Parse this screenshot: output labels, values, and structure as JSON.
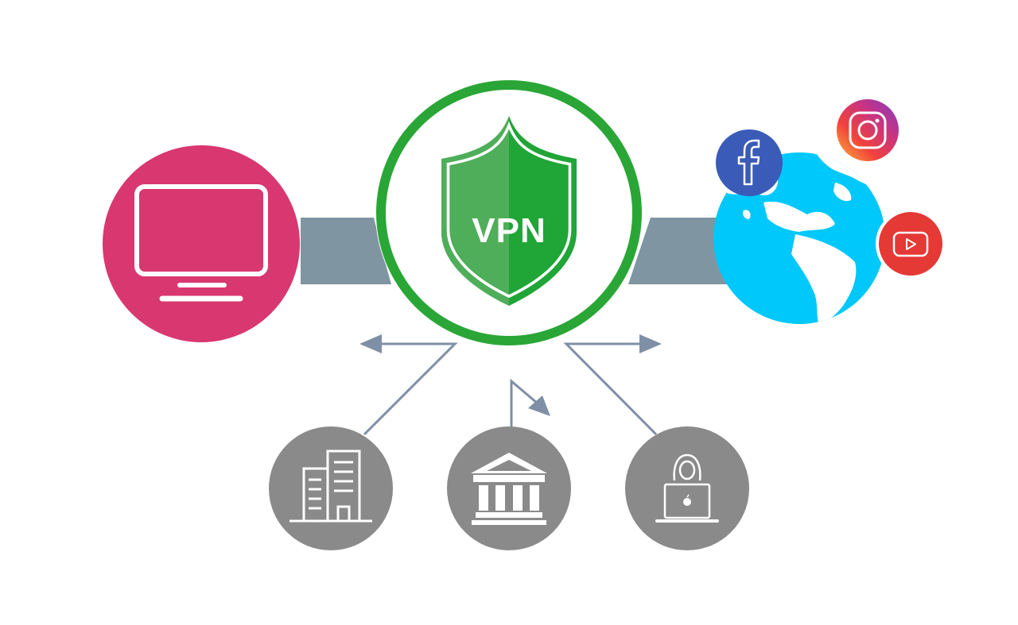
{
  "diagram": {
    "center": {
      "label": "VPN",
      "ring_color": "#2aa637",
      "shield_light": "#4fae5a",
      "shield_dark": "#20a537"
    },
    "nodes": [
      {
        "name": "computer",
        "icon": "monitor-icon",
        "color": "#d9376f"
      },
      {
        "name": "internet",
        "icon": "globe-icon",
        "color": "#00c8fa"
      }
    ],
    "social": [
      {
        "name": "facebook",
        "icon": "facebook-icon",
        "color": "#3b5bb8"
      },
      {
        "name": "instagram",
        "icon": "instagram-icon",
        "color": "#c13584"
      },
      {
        "name": "youtube",
        "icon": "youtube-icon",
        "color": "#e53935"
      }
    ],
    "observers": [
      {
        "name": "company",
        "icon": "office-building-icon",
        "color": "#8a8a8a"
      },
      {
        "name": "bank",
        "icon": "bank-icon",
        "color": "#8a8a8a"
      },
      {
        "name": "hacker",
        "icon": "hacker-laptop-icon",
        "color": "#8a8a8a"
      }
    ],
    "connector_color": "#7f95a2",
    "arrow_color": "#7f8fa6"
  }
}
